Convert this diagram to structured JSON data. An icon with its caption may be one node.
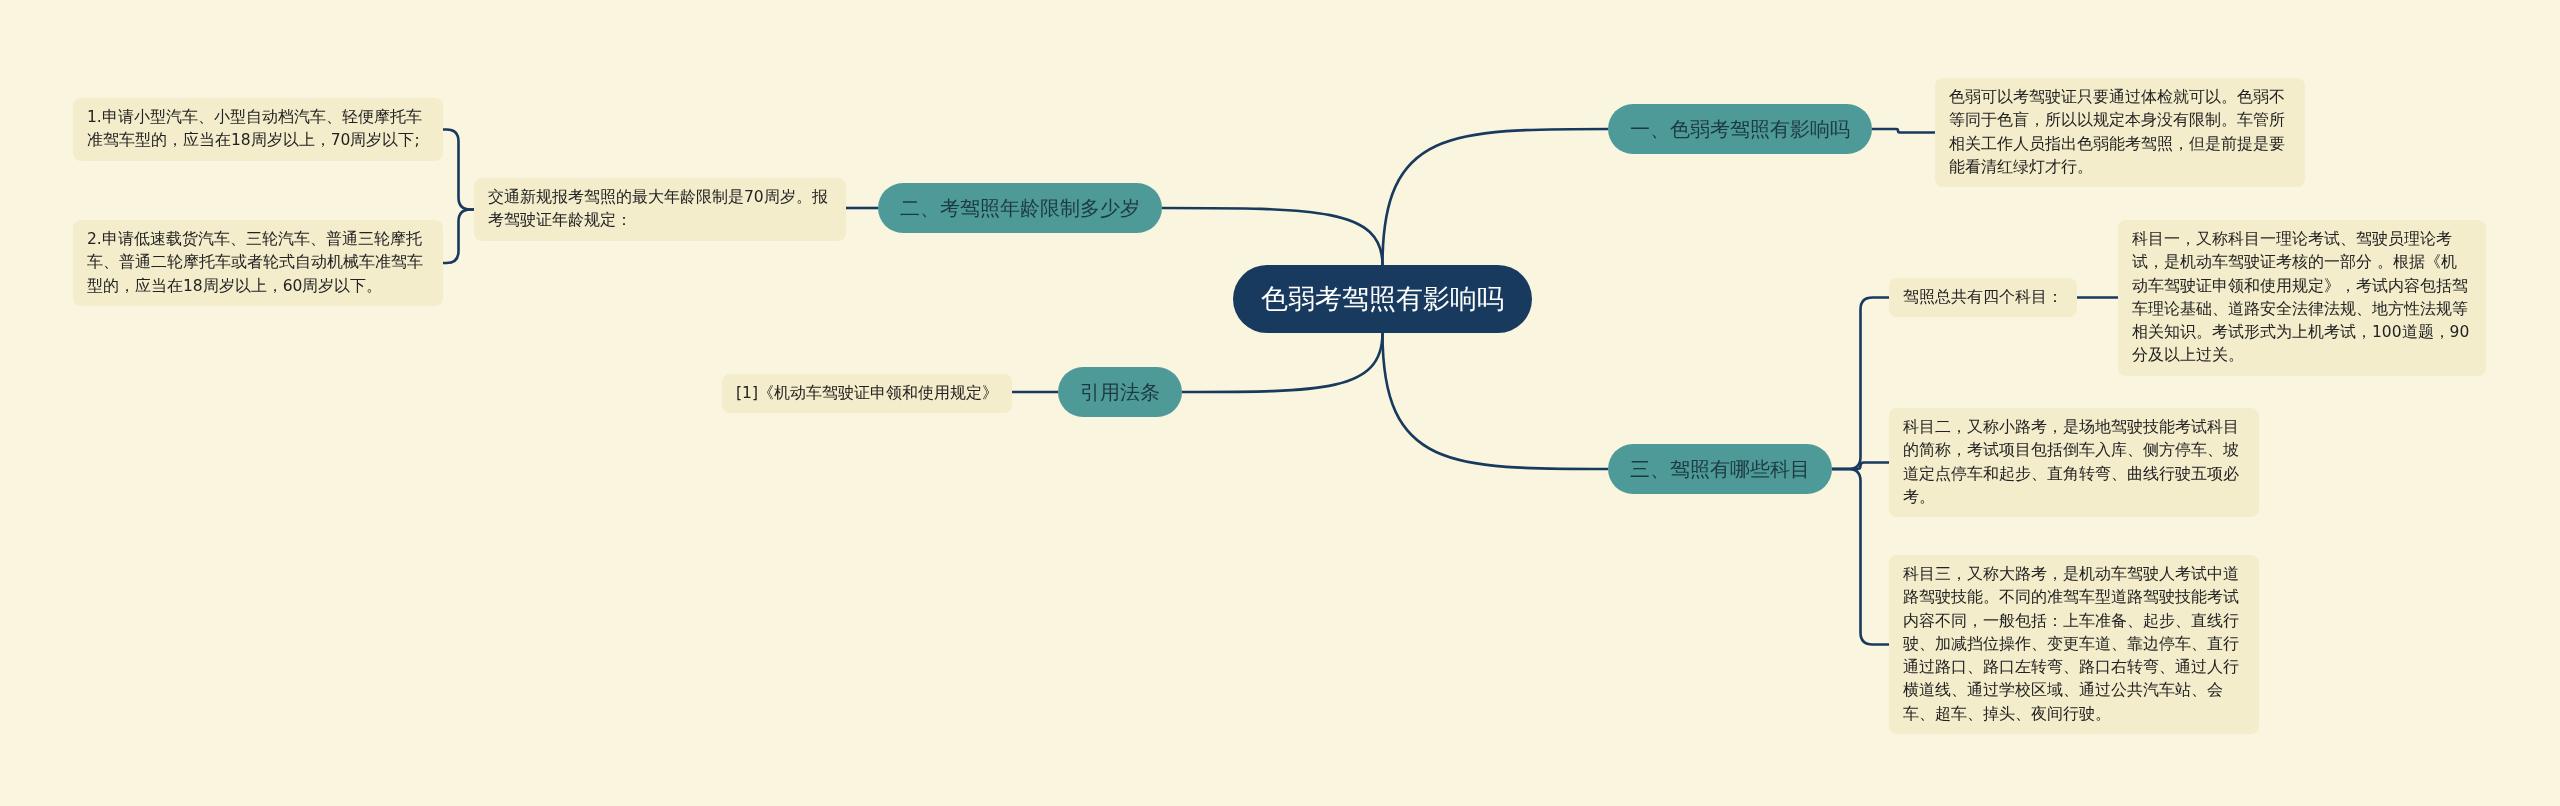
{
  "diagram": {
    "nodes": [
      {
        "text": [
          "色弱考驾照有影响吗"
        ]
      },
      {
        "text": [
          "一、色弱考驾照有影响吗"
        ]
      },
      {
        "text": [
          "色弱可以考驾驶证只要通过体检就可以。色弱不等同于色盲，所以以规定本身没有限制。车管所相关工作人员指出色弱能考驾照，但是前提是要能看清红绿灯才行。"
        ]
      },
      {
        "text": [
          "二、考驾照年龄限制多少岁"
        ]
      },
      {
        "text": [
          "交通新规报考驾照的最大年龄限制是70周岁。报考驾驶证年龄规定："
        ]
      },
      {
        "text": [
          "1.申请小型汽车、小型自动档汽车、轻便摩托车准驾车型的，应当在18周岁以上，70周岁以下;"
        ]
      },
      {
        "text": [
          "2.申请低速载货汽车、三轮汽车、普通三轮摩托车、普通二轮摩托车或者轮式自动机械车准驾车型的，应当在18周岁以上，60周岁以下。"
        ]
      },
      {
        "text": [
          "引用法条"
        ]
      },
      {
        "text": [
          "[1]《机动车驾驶证申领和使用规定》"
        ]
      },
      {
        "text": [
          "三、驾照有哪些科目"
        ]
      },
      {
        "text": [
          "驾照总共有四个科目："
        ]
      },
      {
        "text": [
          "科目一，又称科目一理论考试、驾驶员理论考试，是机动车驾驶证考核的一部分 。根据《机动车驾驶证申领和使用规定》，考试内容包括驾车理论基础、道路安全法律法规、地方性法规等相关知识。考试形式为上机考试，100道题，90分及以上过关。"
        ]
      },
      {
        "text": [
          "科目二，又称小路考，是场地驾驶技能考试科目的简称，考试项目包括倒车入库、侧方停车、坡道定点停车和起步、直角转弯、曲线行驶五项必考。"
        ]
      },
      {
        "text": [
          "科目三，又称大路考，是机动车驾驶人考试中道路驾驶技能。不同的准驾车型道路驾驶技能考试内容不同，一般包括：上车准备、起步、直线行驶、加减挡位操作、变更车道、靠边停车、直行通过路口、路口左转弯、路口右转弯、通过人行横道线、通过学校区域、通过公共汽车站、会车、超车、掉头、夜间行驶。"
        ]
      }
    ],
    "edges": [
      {
        "from": 0,
        "to": 1,
        "arrow": "none"
      },
      {
        "from": 0,
        "to": 3,
        "arrow": "none"
      },
      {
        "from": 0,
        "to": 7,
        "arrow": "none"
      },
      {
        "from": 0,
        "to": 9,
        "arrow": "none"
      },
      {
        "from": 1,
        "to": 2,
        "arrow": "none"
      },
      {
        "from": 3,
        "to": 4,
        "arrow": "none"
      },
      {
        "from": 4,
        "to": 5,
        "arrow": "none"
      },
      {
        "from": 4,
        "to": 6,
        "arrow": "none"
      },
      {
        "from": 7,
        "to": 8,
        "arrow": "none"
      },
      {
        "from": 9,
        "to": 10,
        "arrow": "none"
      },
      {
        "from": 9,
        "to": 12,
        "arrow": "none"
      },
      {
        "from": 9,
        "to": 13,
        "arrow": "none"
      },
      {
        "from": 10,
        "to": 11,
        "arrow": "none"
      }
    ]
  }
}
